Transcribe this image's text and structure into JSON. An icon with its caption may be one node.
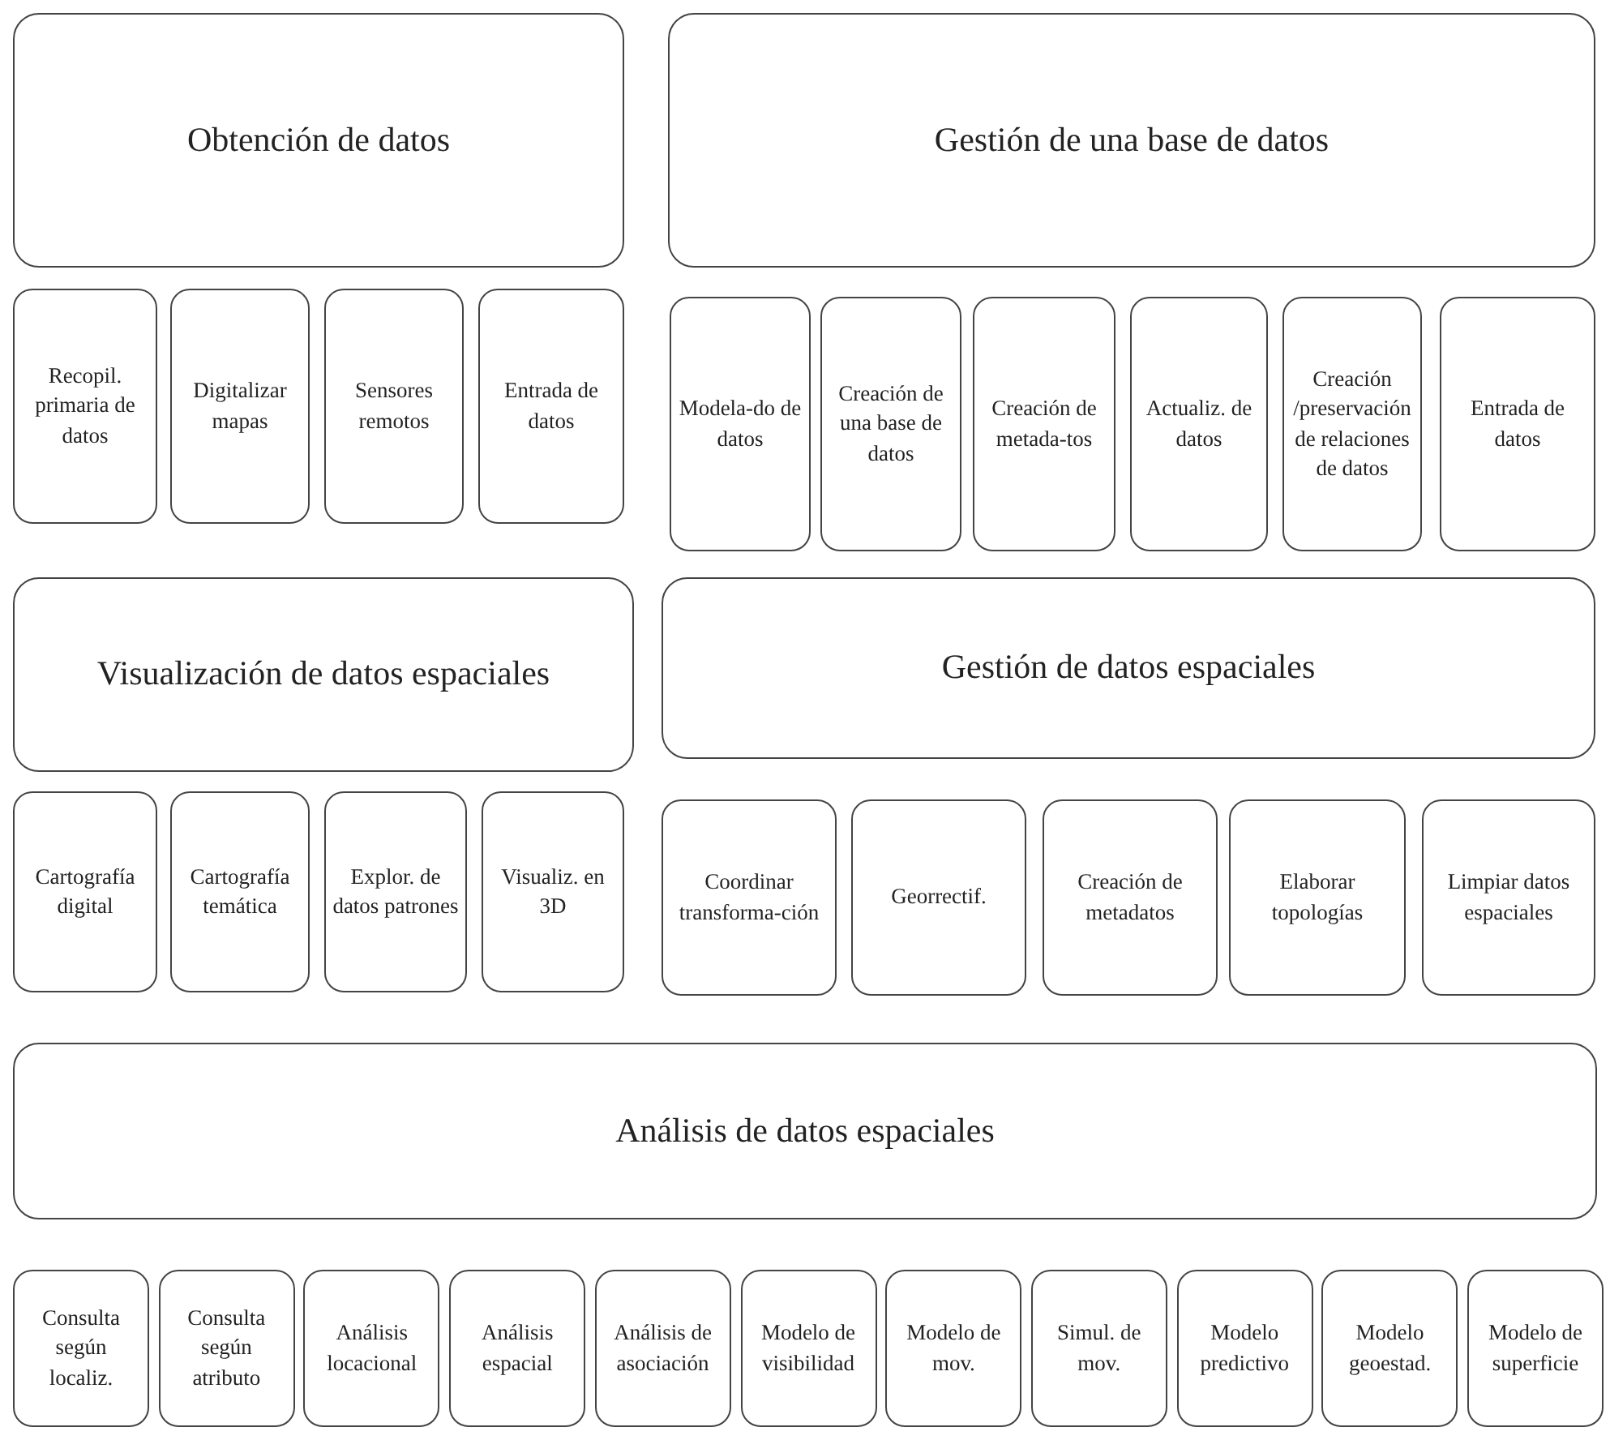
{
  "diagram": {
    "nodes": [
      {
        "text": [
          "Obtención de datos"
        ]
      },
      {
        "text": [
          "Gestión de una base de datos"
        ]
      },
      {
        "text": [
          "Recopil. primaria de datos"
        ]
      },
      {
        "text": [
          "Digitalizar mapas"
        ]
      },
      {
        "text": [
          "Sensores remotos"
        ]
      },
      {
        "text": [
          "Entrada de datos"
        ]
      },
      {
        "text": [
          "Modela-do de datos"
        ]
      },
      {
        "text": [
          "Creación de una base de datos"
        ]
      },
      {
        "text": [
          "Creación de metada-tos"
        ]
      },
      {
        "text": [
          "Actualiz. de datos"
        ]
      },
      {
        "text": [
          "Creación /preservación de relaciones de datos"
        ]
      },
      {
        "text": [
          "Entrada de datos"
        ]
      },
      {
        "text": [
          "Visualización de datos espaciales"
        ]
      },
      {
        "text": [
          "Gestión de datos espaciales"
        ]
      },
      {
        "text": [
          "Cartografía digital"
        ]
      },
      {
        "text": [
          "Cartografía temática"
        ]
      },
      {
        "text": [
          "Explor. de datos patrones"
        ]
      },
      {
        "text": [
          "Visualiz. en 3D"
        ]
      },
      {
        "text": [
          "Coordinar transforma-ción"
        ]
      },
      {
        "text": [
          "Georrectif."
        ]
      },
      {
        "text": [
          "Creación de metadatos"
        ]
      },
      {
        "text": [
          "Elaborar topologías"
        ]
      },
      {
        "text": [
          "Limpiar datos espaciales"
        ]
      },
      {
        "text": [
          "Análisis de datos espaciales"
        ]
      },
      {
        "text": [
          "Consulta según localiz."
        ]
      },
      {
        "text": [
          "Consulta según atributo"
        ]
      },
      {
        "text": [
          "Análisis locacional"
        ]
      },
      {
        "text": [
          "Análisis espacial"
        ]
      },
      {
        "text": [
          "Análisis de asociación"
        ]
      },
      {
        "text": [
          "Modelo de visibilidad"
        ]
      },
      {
        "text": [
          "Modelo de mov."
        ]
      },
      {
        "text": [
          "Simul. de mov."
        ]
      },
      {
        "text": [
          "Modelo predictivo"
        ]
      },
      {
        "text": [
          "Modelo geoestad."
        ]
      },
      {
        "text": [
          "Modelo de superficie"
        ]
      }
    ]
  }
}
